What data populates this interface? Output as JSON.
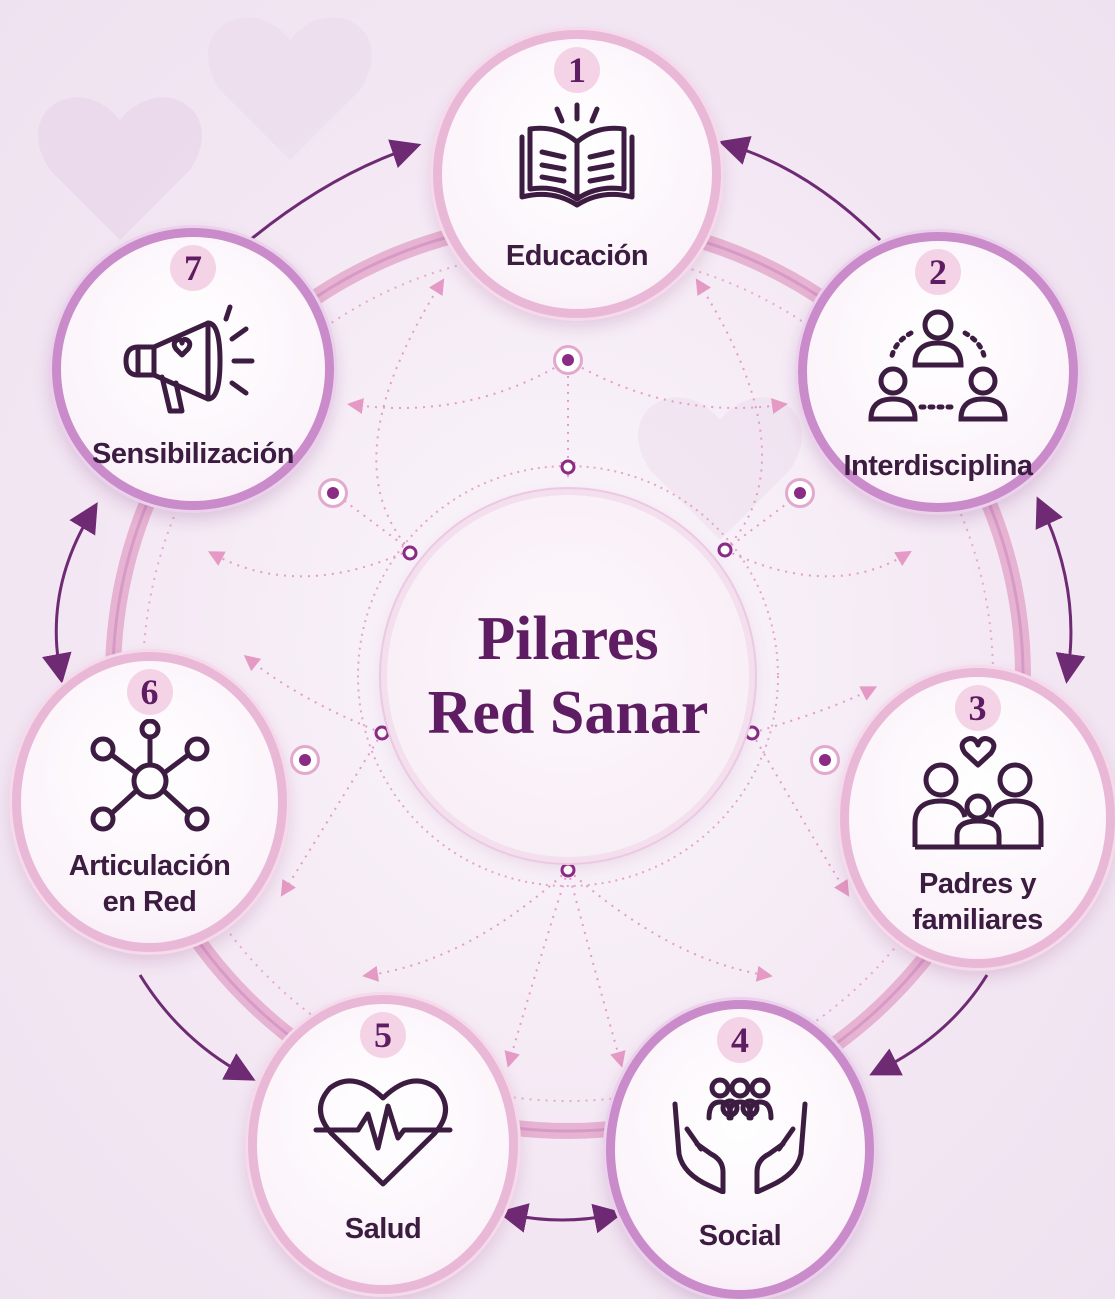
{
  "center_title": {
    "line1": "Pilares",
    "line2": "Red Sanar"
  },
  "pillars": [
    {
      "number": "1",
      "label": "Educación",
      "icon": "open-book-icon"
    },
    {
      "number": "2",
      "label": "Interdisciplina",
      "icon": "team-circle-icon"
    },
    {
      "number": "3",
      "label_line1": "Padres y",
      "label_line2": "familiares",
      "icon": "family-heart-icon"
    },
    {
      "number": "4",
      "label": "Social",
      "icon": "hands-community-icon"
    },
    {
      "number": "5",
      "label": "Salud",
      "icon": "heart-pulse-icon"
    },
    {
      "number": "6",
      "label_line1": "Articulación",
      "label_line2": "en Red",
      "icon": "network-nodes-icon"
    },
    {
      "number": "7",
      "label": "Sensibilización",
      "icon": "megaphone-heart-icon"
    }
  ],
  "colors": {
    "dark_purple": "#5e1c63",
    "text": "#3d1c41",
    "pink": "#e9b8d6",
    "purple": "#c98bca",
    "accent": "#8a2c86"
  }
}
